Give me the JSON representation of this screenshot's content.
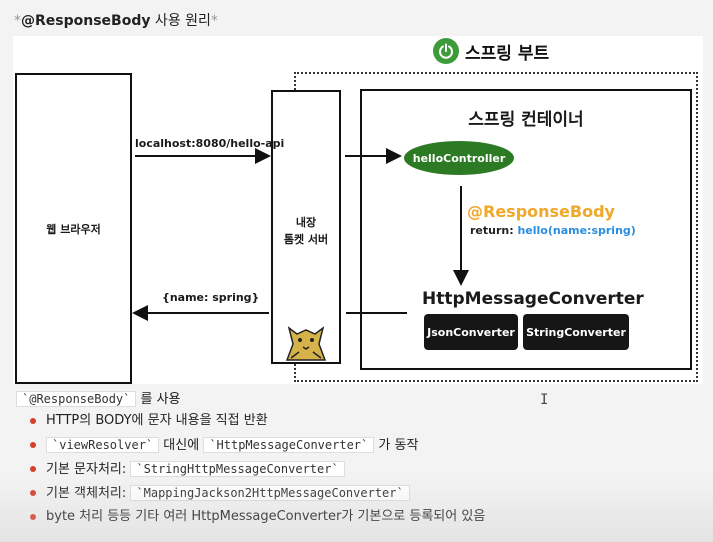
{
  "title": {
    "prefix": "*",
    "bold": "@ResponseBody",
    "rest": " 사용 원리",
    "suffix": "*"
  },
  "diagram": {
    "spring_boot_label": "스프링 부트",
    "web_browser": "웹 브라우저",
    "tomcat_line1": "내장",
    "tomcat_line2": "톰켓 서버",
    "request_label": "localhost:8080/hello-api",
    "response_label": "{name: spring}",
    "container_title": "스프링 컨테이너",
    "controller": "helloController",
    "annotation": "@ResponseBody",
    "return_prefix": "return: ",
    "return_value": "hello(name:spring)",
    "converter_title": "HttpMessageConverter",
    "json_converter": "JsonConverter",
    "string_converter": "StringConverter",
    "colors": {
      "spring_green": "#3e9b3a",
      "controller_green": "#2d7a24",
      "annotation_orange": "#f0a82a",
      "return_blue": "#2a8ee0",
      "bullet_red": "#d8402e"
    }
  },
  "notes": {
    "intro_code": "`@ResponseBody`",
    "intro_text": " 를 사용",
    "items": [
      {
        "text": "HTTP의 BODY에 문자 내용을 직접 반환"
      },
      {
        "code1": "`viewResolver`",
        "mid": " 대신에 ",
        "code2": "`HttpMessageConverter`",
        "end": " 가 동작"
      },
      {
        "pre": "기본 문자처리: ",
        "code": "`StringHttpMessageConverter`"
      },
      {
        "pre": "기본 객체처리: ",
        "code": "`MappingJackson2HttpMessageConverter`"
      },
      {
        "text": "byte 처리 등등 기타 여러 HttpMessageConverter가 기본으로 등록되어 있음"
      }
    ]
  }
}
